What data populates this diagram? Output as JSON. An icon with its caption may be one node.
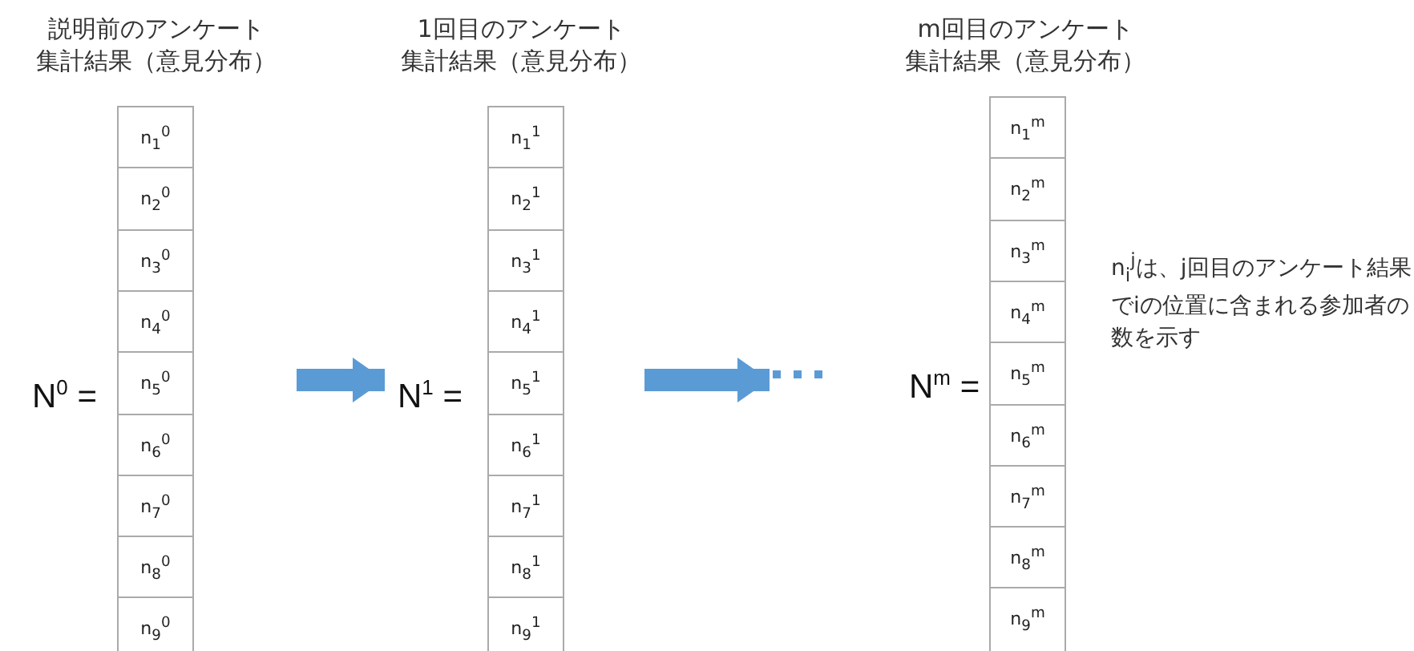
{
  "diagram": {
    "nodes": [
      {
        "text": [
          "説明前のアンケート集計結果（意見分布）"
        ],
        "beside": [
          "N$^{0}$ ="
        ]
      },
      {
        "text": [
          "n$_{1}$$^{0}$"
        ],
        "in": 0
      },
      {
        "text": [
          "n$_{2}$$^{0}$"
        ],
        "in": 0
      },
      {
        "text": [
          "n$_{3}$$^{0}$"
        ],
        "in": 0
      },
      {
        "text": [
          "n$_{4}$$^{0}$"
        ],
        "in": 0
      },
      {
        "text": [
          "n$_{5}$$^{0}$"
        ],
        "in": 0
      },
      {
        "text": [
          "n$_{6}$$^{0}$"
        ],
        "in": 0
      },
      {
        "text": [
          "n$_{7}$$^{0}$"
        ],
        "in": 0
      },
      {
        "text": [
          "n$_{8}$$^{0}$"
        ],
        "in": 0
      },
      {
        "text": [
          "n$_{9}$$^{0}$"
        ],
        "in": 0
      },
      {
        "text": [
          "1回目のアンケート集計結果（意見分布）"
        ],
        "beside": [
          "N$^{1}$ ="
        ]
      },
      {
        "text": [
          "n$_{1}$$^{1}$"
        ],
        "in": 10
      },
      {
        "text": [
          "n$_{2}$$^{1}$"
        ],
        "in": 10
      },
      {
        "text": [
          "n$_{3}$$^{1}$"
        ],
        "in": 10
      },
      {
        "text": [
          "n$_{4}$$^{1}$"
        ],
        "in": 10
      },
      {
        "text": [
          "n$_{5}$$^{1}$"
        ],
        "in": 10
      },
      {
        "text": [
          "n$_{6}$$^{1}$"
        ],
        "in": 10
      },
      {
        "text": [
          "n$_{7}$$^{1}$"
        ],
        "in": 10
      },
      {
        "text": [
          "n$_{8}$$^{1}$"
        ],
        "in": 10
      },
      {
        "text": [
          "n$_{9}$$^{1}$"
        ],
        "in": 10
      },
      {
        "text": [],
        "shape": "dots"
      },
      {
        "text": [
          "m回目のアンケート集計結果（意見分布）"
        ],
        "beside": [
          "N$^{m}$ ="
        ]
      },
      {
        "text": [
          "n$_{1}$$^{m}$"
        ],
        "in": 21
      },
      {
        "text": [
          "n$_{2}$$^{m}$"
        ],
        "in": 21
      },
      {
        "text": [
          "n$_{3}$$^{m}$"
        ],
        "in": 21
      },
      {
        "text": [
          "n$_{4}$$^{m}$"
        ],
        "in": 21
      },
      {
        "text": [
          "n$_{5}$$^{m}$"
        ],
        "in": 21
      },
      {
        "text": [
          "n$_{6}$$^{m}$"
        ],
        "in": 21
      },
      {
        "text": [
          "n$_{7}$$^{m}$"
        ],
        "in": 21
      },
      {
        "text": [
          "n$_{8}$$^{m}$"
        ],
        "in": 21
      },
      {
        "text": [
          "n$_{9}$$^{m}$"
        ],
        "in": 21
      }
    ],
    "edges": [
      {
        "from": 0,
        "to": 10,
        "arrow": "to"
      },
      {
        "from": 10,
        "to": 20,
        "arrow": "to"
      }
    ],
    "labels": [
      "n$_{i}$$^{j}$は、j回目のアンケート結果でiの位置に含まれる参加者の数を示す"
    ]
  }
}
